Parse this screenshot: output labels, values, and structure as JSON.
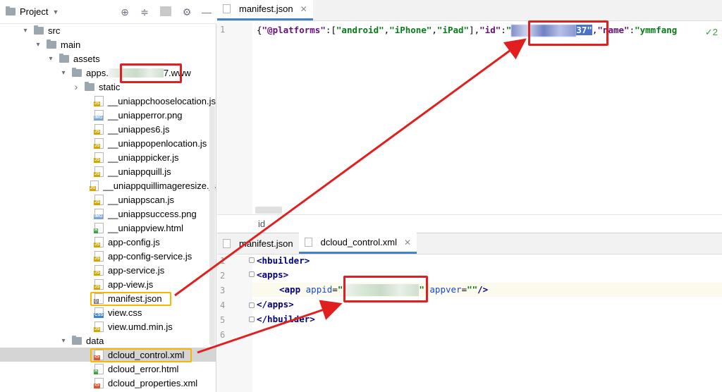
{
  "project_panel": {
    "title": "Project",
    "tree": [
      {
        "label": "src",
        "type": "folder",
        "expanded": true
      },
      {
        "label": "main",
        "type": "folder",
        "expanded": true
      },
      {
        "label": "assets",
        "type": "folder",
        "expanded": true
      },
      {
        "label": "apps.",
        "label_suffix": "7.www",
        "type": "folder",
        "expanded": true
      },
      {
        "label": "static",
        "type": "folder",
        "expanded": false
      },
      {
        "label": "__uniappchooselocation.js",
        "type": "js"
      },
      {
        "label": "__uniapperror.png",
        "type": "img"
      },
      {
        "label": "__uniappes6.js",
        "type": "js"
      },
      {
        "label": "__uniappopenlocation.js",
        "type": "js"
      },
      {
        "label": "__uniapppicker.js",
        "type": "js"
      },
      {
        "label": "__uniappquill.js",
        "type": "js"
      },
      {
        "label": "__uniappquillimageresize.js",
        "type": "js"
      },
      {
        "label": "__uniappscan.js",
        "type": "js"
      },
      {
        "label": "__uniappsuccess.png",
        "type": "img"
      },
      {
        "label": "__uniappview.html",
        "type": "html"
      },
      {
        "label": "app-config.js",
        "type": "js"
      },
      {
        "label": "app-config-service.js",
        "type": "js"
      },
      {
        "label": "app-service.js",
        "type": "js"
      },
      {
        "label": "app-view.js",
        "type": "js"
      },
      {
        "label": "manifest.json",
        "type": "json"
      },
      {
        "label": "view.css",
        "type": "css"
      },
      {
        "label": "view.umd.min.js",
        "type": "js"
      },
      {
        "label": "data",
        "type": "folder",
        "expanded": true
      },
      {
        "label": "dcloud_control.xml",
        "type": "xml"
      },
      {
        "label": "dcloud_error.html",
        "type": "html"
      },
      {
        "label": "dcloud_properties.xml",
        "type": "xml"
      }
    ]
  },
  "editor_top": {
    "tab": "manifest.json",
    "line_number": "1",
    "code": {
      "open": "{",
      "key1": "\"@platforms\"",
      "colon1": ":[",
      "v1": "\"android\"",
      "comma1": ",",
      "v2": "\"iPhone\"",
      "comma2": ",",
      "v3": "\"iPad\"",
      "close1": "],",
      "key2": "\"id\"",
      "colon2": ":",
      "idq": "\"",
      "idtail": "37\"",
      "comma3": ",",
      "key3": "\"name\"",
      "colon3": ":",
      "v4": "\"ymmfang"
    },
    "breadcrumb": "id"
  },
  "editor_bottom": {
    "tabs": [
      "manifest.json",
      "dcloud_control.xml"
    ],
    "active_tab": 1,
    "line_numbers": [
      "1",
      "2",
      "3",
      "4",
      "5",
      "6"
    ],
    "lines": {
      "l1": "<hbuilder>",
      "l2": "<apps>",
      "l3_open": "<app ",
      "l3_attr1": "appid",
      "l3_eq1": "=",
      "l3_q": "\"",
      "l3_attr2": "appver",
      "l3_eq2": "=",
      "l3_val2": "\"\"",
      "l3_close": "/>",
      "l4": "</apps>",
      "l5": "</hbuilder>"
    }
  },
  "icons": {
    "toolbar": [
      "target-icon",
      "collapse-icon",
      "gear-icon",
      "minimize-icon"
    ]
  }
}
